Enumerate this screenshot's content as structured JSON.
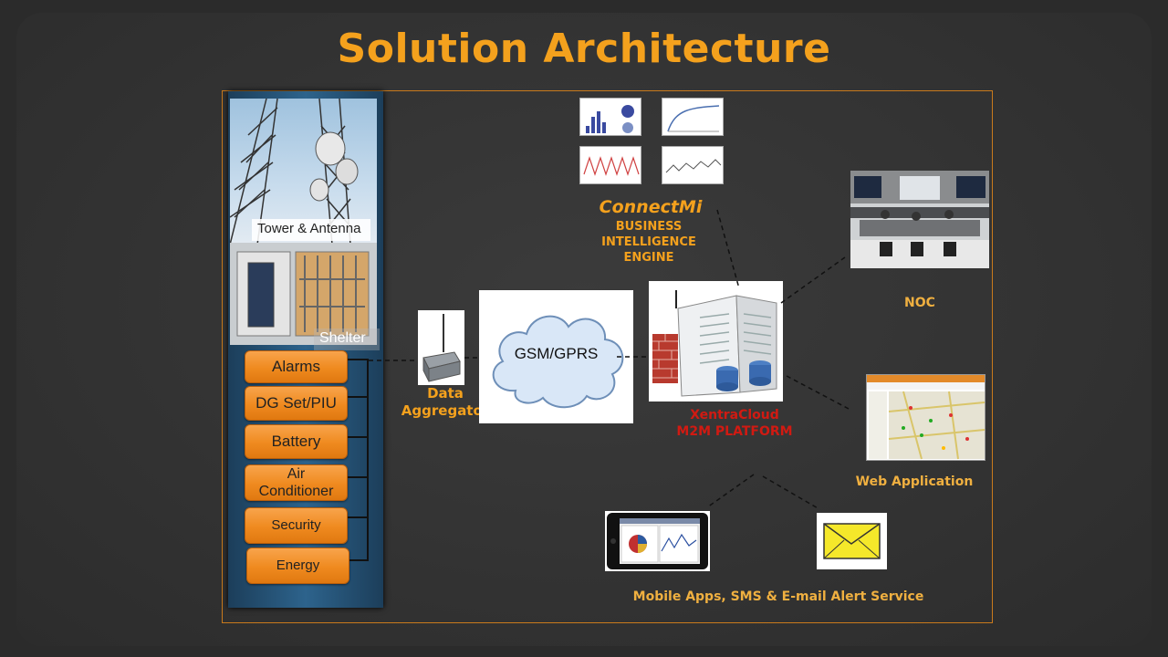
{
  "slide": {
    "title": "Solution Architecture"
  },
  "site": {
    "tower_label": "Tower & Antenna",
    "shelter_label": "Shelter",
    "sensors": [
      {
        "label": "Alarms"
      },
      {
        "label": "DG Set/PIU"
      },
      {
        "label": "Battery"
      },
      {
        "label": "Air\nConditioner"
      },
      {
        "label": "Security"
      },
      {
        "label": "Energy"
      }
    ]
  },
  "aggregator": {
    "label_line1": "Data",
    "label_line2": "Aggregator"
  },
  "network": {
    "cloud_label": "GSM/GPRS"
  },
  "bi_engine": {
    "brand": "ConnectMi",
    "line1": "BUSINESS",
    "line2": "INTELLIGENCE",
    "line3": "ENGINE"
  },
  "platform": {
    "line1": "XentraCloud",
    "line2": "M2M PLATFORM"
  },
  "outputs": {
    "noc_label": "NOC",
    "web_label": "Web Application",
    "mobile_label": "Mobile Apps, SMS & E-mail  Alert Service"
  },
  "colors": {
    "accent": "#f4a11d",
    "panel_blue": "#2d638c",
    "button_orange": "#ef8a1f",
    "platform_red": "#d11a12",
    "frame_border": "#c97a1c"
  }
}
